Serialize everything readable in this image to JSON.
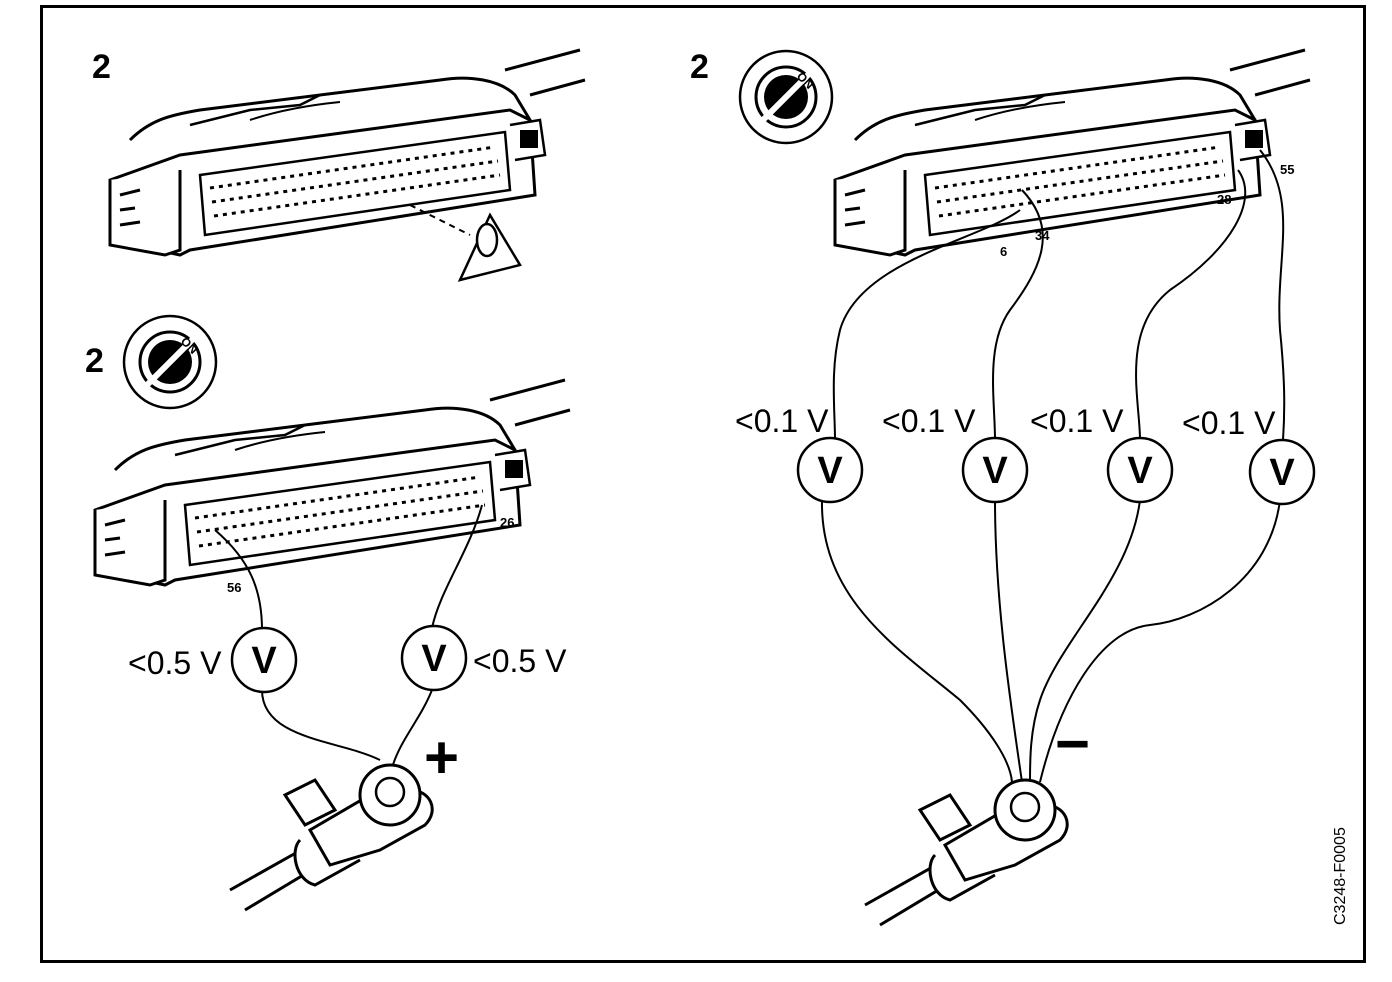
{
  "panels": {
    "top_left": {
      "step": "2"
    },
    "bottom_left": {
      "step": "2",
      "key_label": "ON",
      "pins": [
        "56",
        "26"
      ],
      "meters": [
        {
          "symbol": "V",
          "reading": "<0.5 V"
        },
        {
          "symbol": "V",
          "reading": "<0.5 V"
        }
      ],
      "terminal_sign": "+"
    },
    "right": {
      "step": "2",
      "key_label": "ON",
      "pins": [
        "55",
        "28",
        "6",
        "34"
      ],
      "meters": [
        {
          "symbol": "V",
          "reading": "<0.1 V"
        },
        {
          "symbol": "V",
          "reading": "<0.1 V"
        },
        {
          "symbol": "V",
          "reading": "<0.1 V"
        },
        {
          "symbol": "V",
          "reading": "<0.1 V"
        }
      ],
      "terminal_sign": "−"
    }
  },
  "reference_code": "C3248-F0005"
}
